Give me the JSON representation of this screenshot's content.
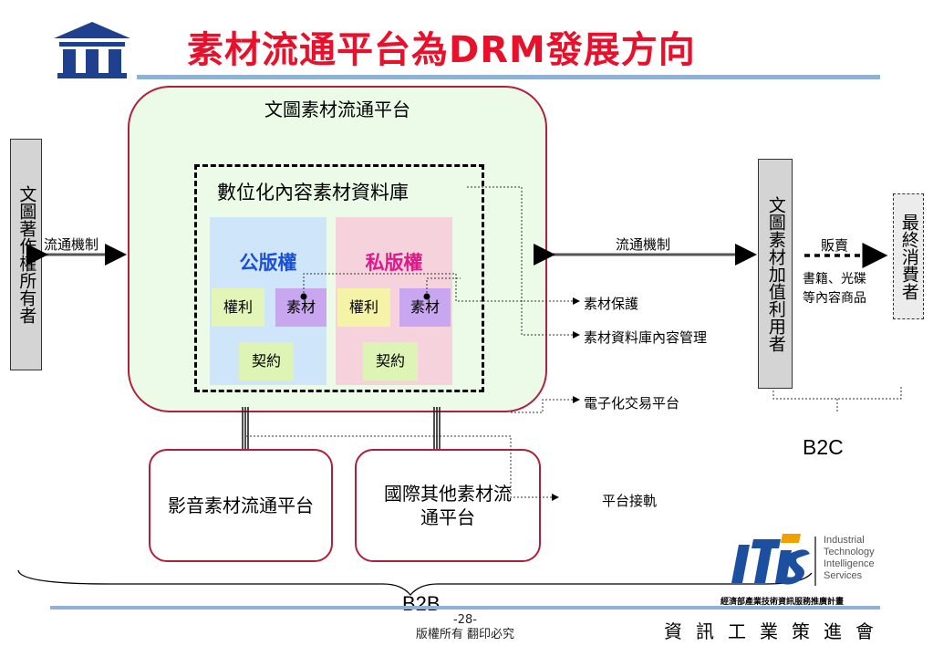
{
  "title": "素材流通平台為DRM發展方向",
  "platform": {
    "title": "文圖素材流通平台",
    "database_title": "數位化內容素材資料庫",
    "public": {
      "label": "公版權",
      "rights": "權利",
      "material": "素材",
      "contract": "契約"
    },
    "private": {
      "label": "私版權",
      "rights": "權利",
      "material": "素材",
      "contract": "契約"
    }
  },
  "left_party": "文圖著作權所有者",
  "left_flow": "流通機制",
  "right_flow": "流通機制",
  "right_party": "文圖素材加值利用者",
  "sell": {
    "label": "販賣",
    "detail_1": "書籍、光碟",
    "detail_2": "等內容商品"
  },
  "consumer": "最終消費者",
  "functions": {
    "protection": "素材保護",
    "management": "素材資料庫內容管理",
    "ecommerce": "電子化交易平台",
    "interconnect": "平台接軌"
  },
  "sub_platforms": {
    "av": "影音素材流通平台",
    "intl": "國際其他素材流通平台"
  },
  "b2c": "B2C",
  "b2b": "B2B",
  "footer": {
    "page": "-28-",
    "copyright": "版權所有  翻印必究",
    "org": "資訊工業策進會",
    "itis_lines": [
      "Industrial",
      "Technology",
      "Intelligence",
      "Services"
    ],
    "itis_plan": "經濟部產業技術資訊服務推廣計畫"
  },
  "colors": {
    "title": "#e8102a",
    "frame": "#b0203a",
    "public": "#1a4fd8",
    "private": "#e0188a",
    "rule": "#8fb0d8"
  }
}
